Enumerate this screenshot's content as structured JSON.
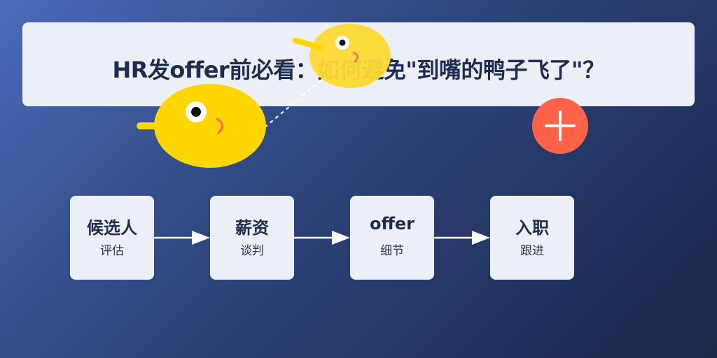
{
  "title": "HR发offer前必看：如何避免\"到嘴的鸭子飞了\"？",
  "steps": [
    {
      "title": "候选人",
      "sub": "评估"
    },
    {
      "title": "薪资",
      "sub": "谈判"
    },
    {
      "title": "offer",
      "sub": "细节"
    },
    {
      "title": "入职",
      "sub": "跟进"
    }
  ],
  "colors": {
    "panel": "#eceff6",
    "duck_big": "#ffd600",
    "duck_small": "#ffd932",
    "plus_circle": "#ff6347",
    "text_dark": "#1e2d4f"
  },
  "icons": [
    "duck-icon",
    "flying-duck-icon",
    "plus-icon",
    "arrow-right-icon"
  ]
}
